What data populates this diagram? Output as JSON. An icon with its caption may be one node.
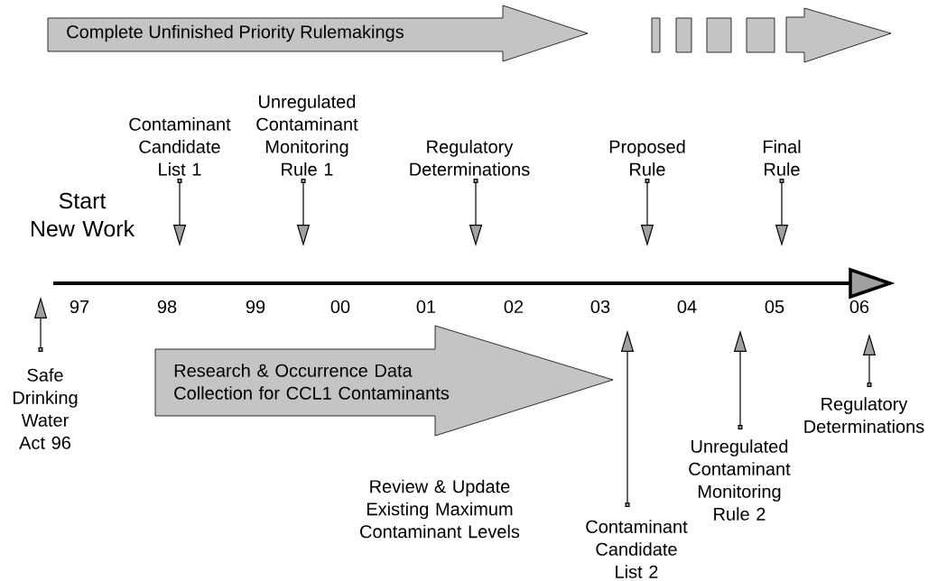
{
  "diagram": {
    "nodes": [
      {
        "text": [
          "Complete Unfinished Priority Rulemakings"
        ]
      },
      {
        "text": [
          "Contaminant Candidate List 1"
        ]
      },
      {
        "text": [
          "Unregulated Contaminant Monitoring Rule 1"
        ]
      },
      {
        "text": [
          "Regulatory Determinations"
        ]
      },
      {
        "text": [
          "Proposed Rule"
        ]
      },
      {
        "text": [
          "Final Rule"
        ]
      },
      {
        "text": [
          "Safe Drinking Water Act 96"
        ]
      },
      {
        "text": [
          "Research & Occurrence Data Collection for CCL1 Contaminants"
        ]
      },
      {
        "text": [
          "Contaminant Candidate List 2"
        ]
      },
      {
        "text": [
          "Unregulated Contaminant Monitoring Rule 2"
        ]
      },
      {
        "text": [
          "Regulatory Determinations"
        ]
      }
    ],
    "edges": [
      {
        "from": 1,
        "to": null,
        "arrow": "to"
      },
      {
        "from": 2,
        "to": null,
        "arrow": "to"
      },
      {
        "from": 3,
        "to": null,
        "arrow": "to"
      },
      {
        "from": 4,
        "to": null,
        "arrow": "to"
      },
      {
        "from": 5,
        "to": null,
        "arrow": "to"
      },
      {
        "from": 6,
        "to": null,
        "arrow": "to"
      },
      {
        "from": 8,
        "to": null,
        "arrow": "to"
      },
      {
        "from": 9,
        "to": null,
        "arrow": "to"
      },
      {
        "from": 10,
        "to": null,
        "arrow": "to"
      }
    ],
    "labels": [
      "Start New Work",
      "97",
      "98",
      "99",
      "00",
      "01",
      "02",
      "03",
      "04",
      "05",
      "06",
      "Review & Update Existing Maximum Contaminant Levels"
    ]
  }
}
